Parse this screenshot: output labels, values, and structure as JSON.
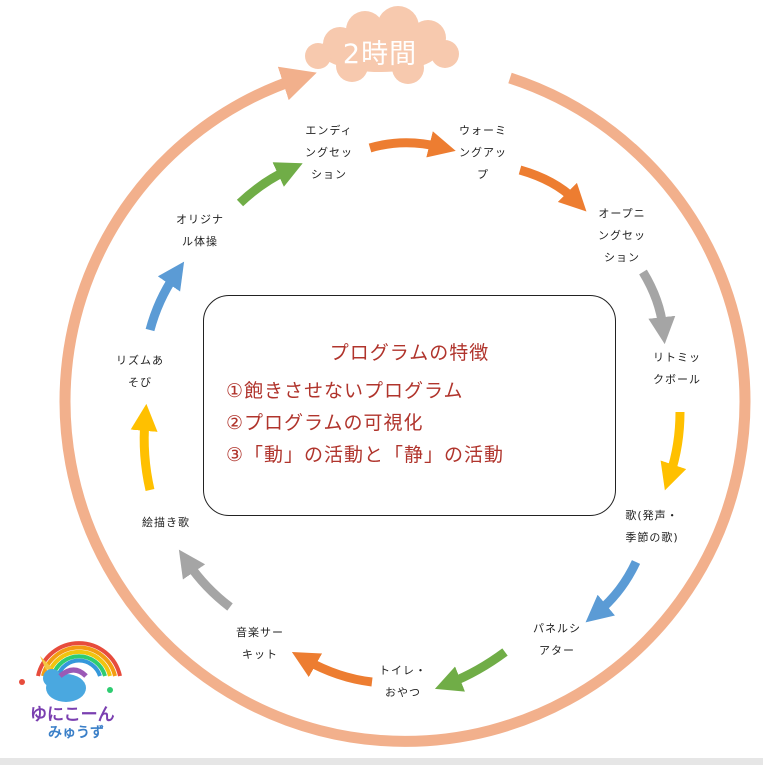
{
  "cloud": {
    "label": "2時間",
    "color": "#f7c9ae"
  },
  "ring_color": "#f2b08c",
  "features": {
    "title": "プログラムの特徴",
    "items": [
      "①飽きさせないプログラム",
      "②プログラムの可視化",
      "③「動」の活動と「静」の活動"
    ],
    "text_color": "#b0342c"
  },
  "steps": [
    {
      "id": "warmup",
      "label": "ウォーミ\nングアッ\nプ"
    },
    {
      "id": "opening",
      "label": "オープニ\nングセッ\nション"
    },
    {
      "id": "rhythmic",
      "label": "リトミッ\nクボール"
    },
    {
      "id": "song",
      "label": "歌(発声・\n季節の歌)"
    },
    {
      "id": "panel",
      "label": "パネルシ\nアター"
    },
    {
      "id": "toilet",
      "label": "トイレ・\nおやつ"
    },
    {
      "id": "music",
      "label": "音楽サー\nキット"
    },
    {
      "id": "drawing",
      "label": "絵描き歌"
    },
    {
      "id": "rhythm-play",
      "label": "リズムあ\nそび"
    },
    {
      "id": "original",
      "label": "オリジナ\nル体操"
    },
    {
      "id": "ending",
      "label": "エンディ\nングセッ\nション"
    }
  ],
  "arrow_colors": {
    "orange": "#ed7d31",
    "gray": "#a5a5a5",
    "yellow": "#ffc000",
    "blue": "#5b9bd5",
    "green": "#70ad47"
  },
  "logo": {
    "line1": "ゆにこーん",
    "line2": "みゅうず"
  }
}
